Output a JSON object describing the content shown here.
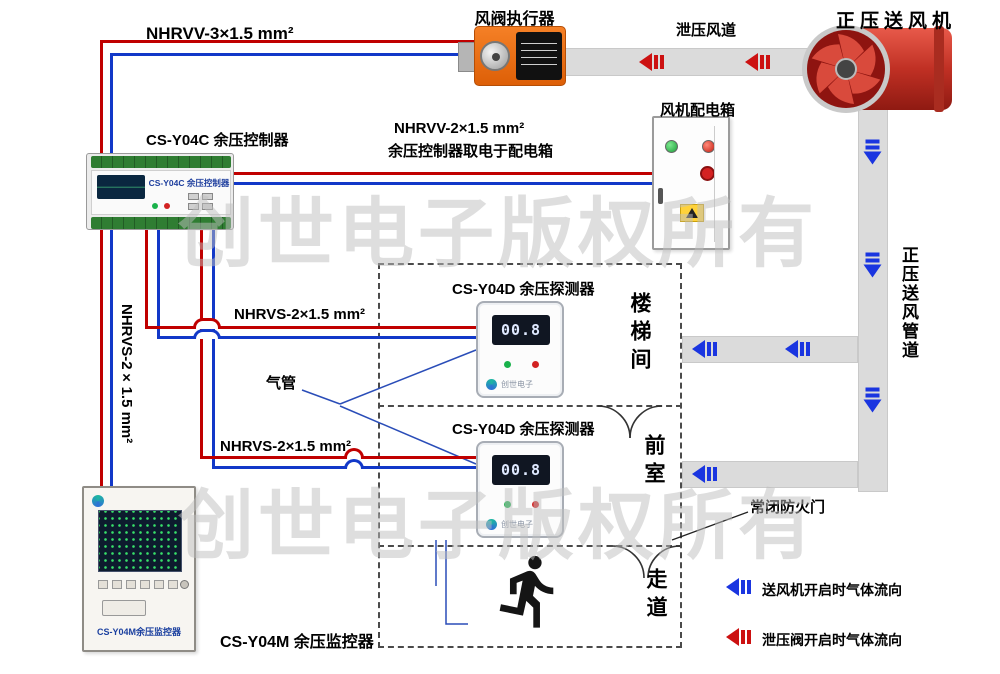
{
  "brand": "创世电子",
  "watermark": "创世电子版权所有",
  "labels": {
    "cable_actuator": "NHRVV-3×1.5 mm²",
    "actuator": "风阀执行器",
    "relief_duct": "泄压风道",
    "fan": "正压送风机",
    "controller": "CS-Y04C 余压控制器",
    "fan_box": "风机配电箱",
    "cable_power": "NHRVV-2×1.5 mm²",
    "cable_power_note": "余压控制器取电于配电箱",
    "detector1": "CS-Y04D 余压探测器",
    "detector2": "CS-Y04D 余压探测器",
    "cable_detector1": "NHRVS-2×1.5 mm²",
    "cable_detector2": "NHRVS-2×1.5 mm²",
    "cable_monitor": "NHRVS-2×1.5 mm²",
    "air_tube": "气管",
    "supply_duct": "正压送风管道",
    "fire_door": "常闭防火门",
    "monitor": "CS-Y04M 余压监控器",
    "stairwell": "楼梯间",
    "front_room": "前室",
    "corridor": "走道"
  },
  "devices": {
    "controller": {
      "face_text": "CS-Y04C 余压控制器"
    },
    "detector1": {
      "display": "00.8"
    },
    "detector2": {
      "display": "00.8"
    },
    "monitor": {
      "face_text": "CS-Y04M余压监控器"
    }
  },
  "legend": {
    "supply": "送风机开启时气体流向",
    "relief": "泄压阀开启时气体流向"
  },
  "colors": {
    "wire_red": "#c00000",
    "wire_blue": "#1238c8",
    "duct_gray": "#dbdbdb",
    "arrow_blue": "#1a35e0",
    "arrow_red": "#cc1111",
    "actuator_orange": "#e8650f",
    "fan_red": "#c03024"
  }
}
